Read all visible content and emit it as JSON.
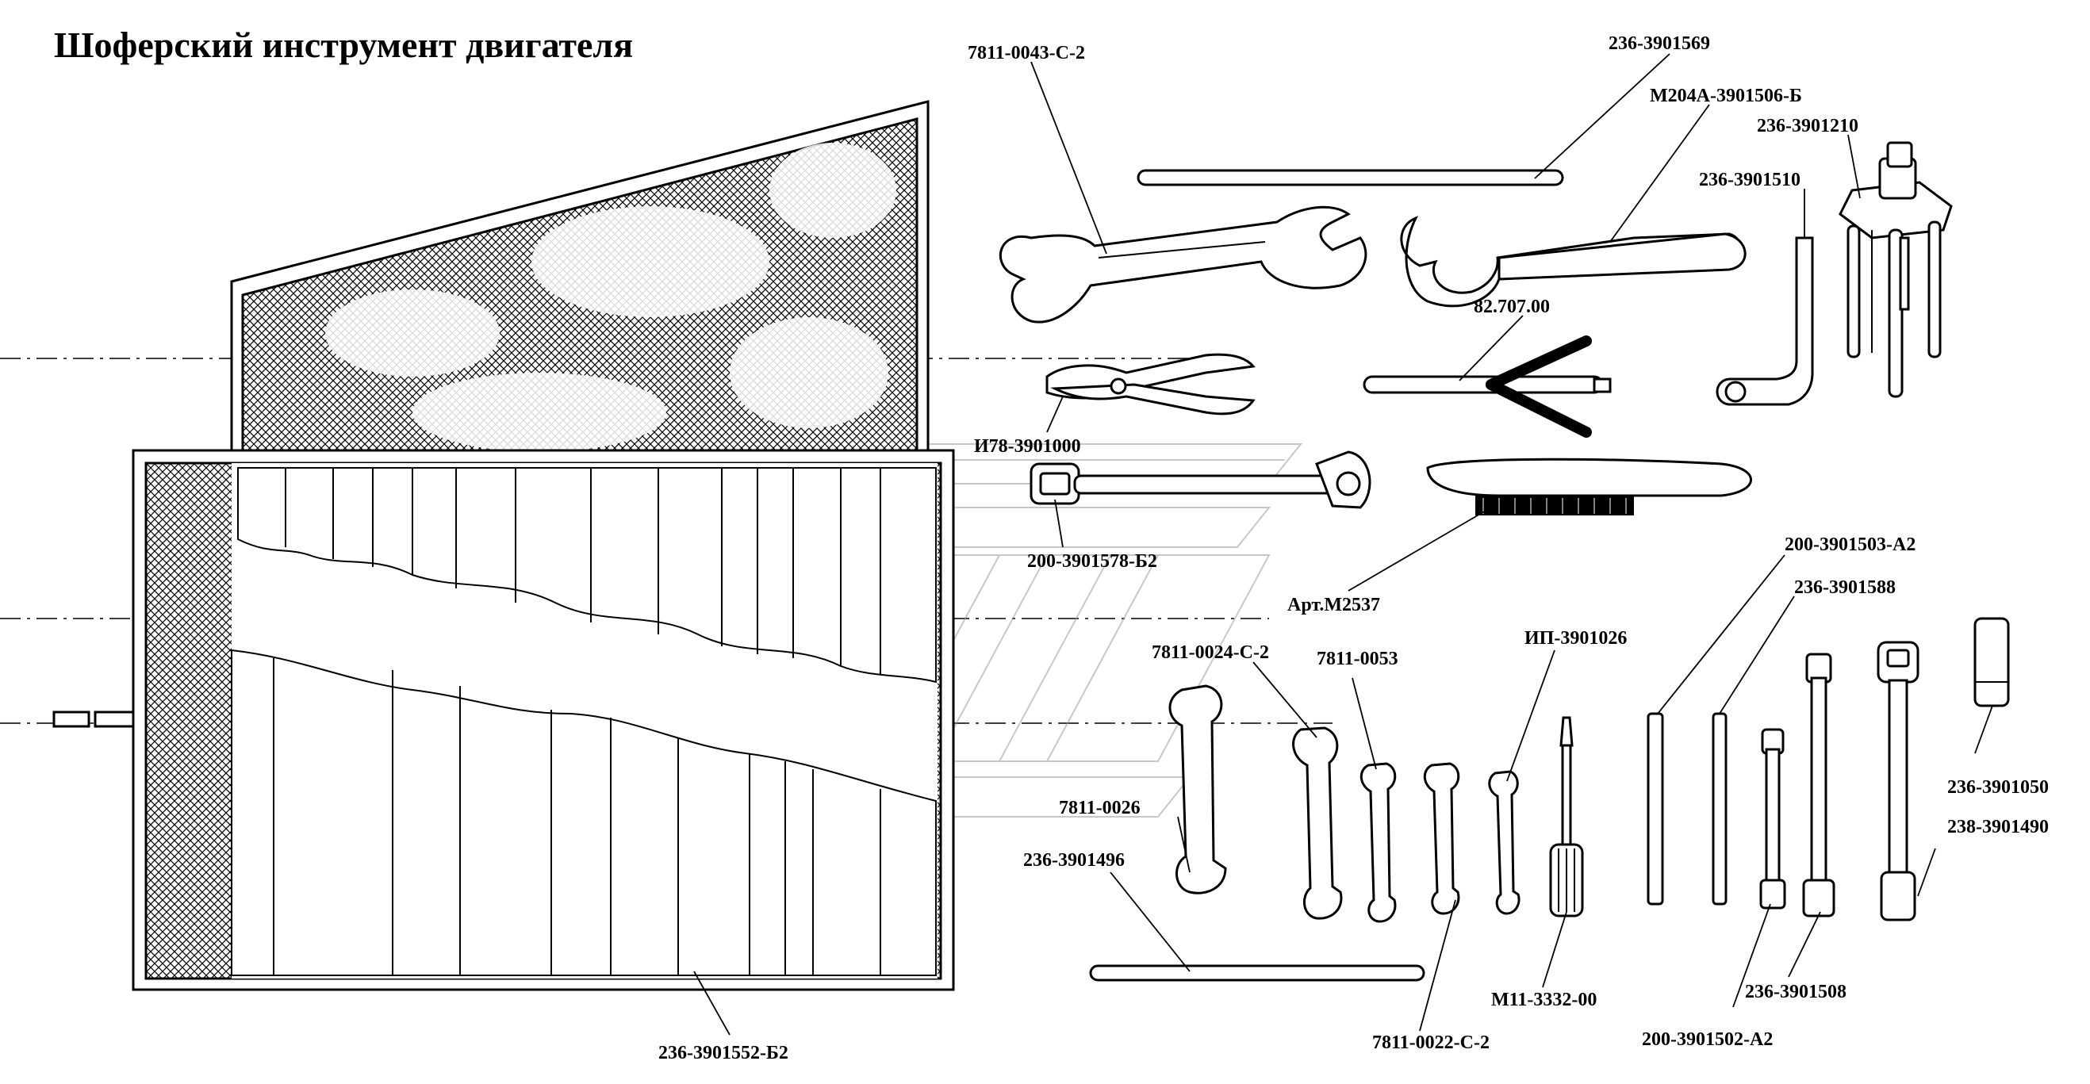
{
  "title": "Шоферский инструмент двигателя",
  "parts": [
    "7811-0043-С-2",
    "236-3901569",
    "М204А-3901506-Б",
    "236-3901210",
    "236-3901510",
    "82.707.00",
    "И78-3901000",
    "200-3901578-Б2",
    "Арт.М2537",
    "200-3901503-А2",
    "236-3901588",
    "ИП-3901026",
    "7811-0024-С-2",
    "7811-0053",
    "7811-0026",
    "236-3901496",
    "М11-3332-00",
    "7811-0022-С-2",
    "236-3901508",
    "200-3901502-А2",
    "236-3901050",
    "238-3901490",
    "236-3901552-Б2"
  ]
}
